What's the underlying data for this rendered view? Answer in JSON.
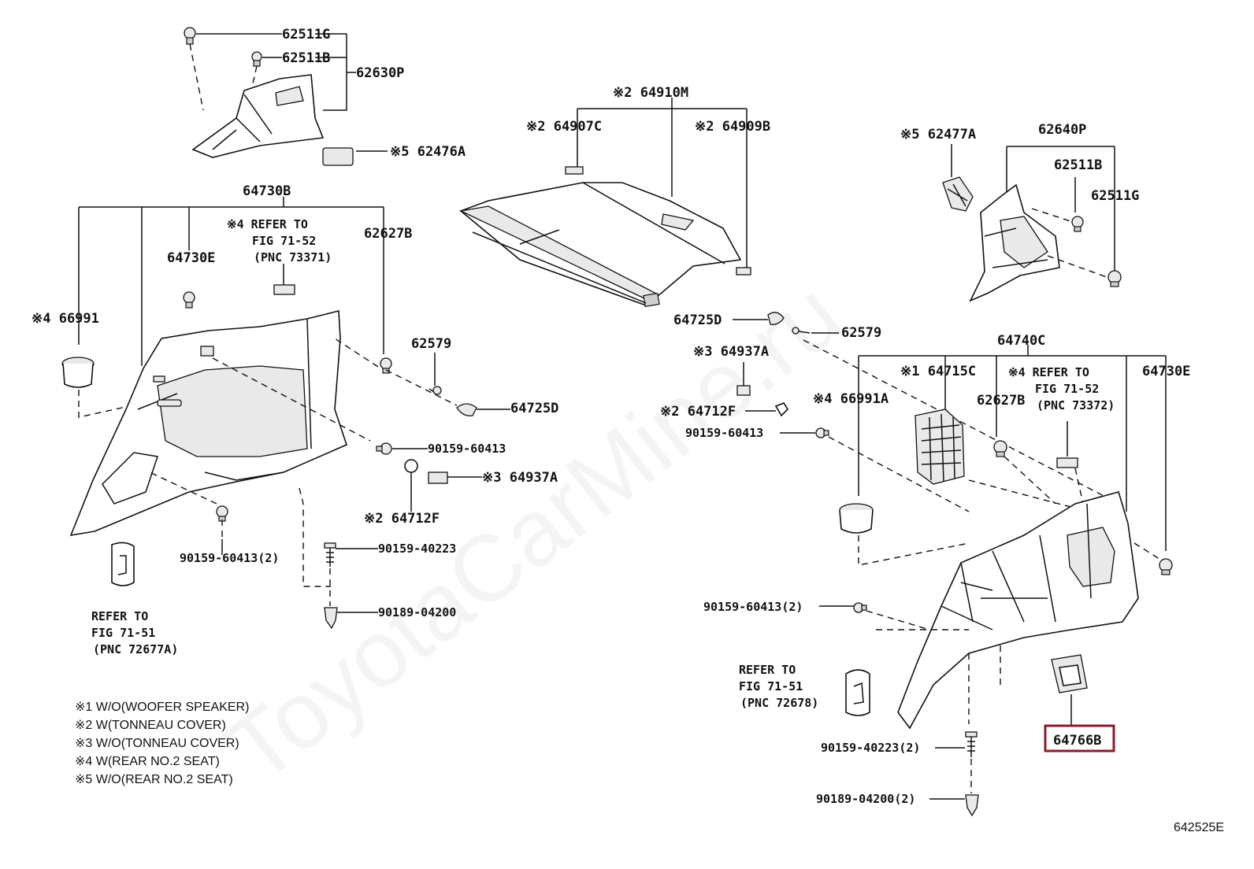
{
  "watermark": "ToyotaCarMine.ru",
  "diagram_code": "642525E",
  "highlight_color": "#8b1a2b",
  "labels": {
    "p62511G_top": "62511G",
    "p62511B_top": "62511B",
    "p62630P": "62630P",
    "p62476A": "※5 62476A",
    "p64730B": "64730B",
    "p64730E_left": "64730E",
    "ref_fig7152_left_1": "※4 REFER TO",
    "ref_fig7152_left_2": "FIG 71-52",
    "ref_fig7152_left_3": "(PNC 73371)",
    "p62627B_left": "62627B",
    "p66991": "※4 66991",
    "p62579_left": "62579",
    "p64725D_left": "64725D",
    "p90159_60413_mid": "90159-60413",
    "p64937A_left": "※3 64937A",
    "p64712F_left": "※2 64712F",
    "p90159_60413_2_left": "90159-60413(2)",
    "p90159_40223_left": "90159-40223",
    "p90189_04200_left": "90189-04200",
    "ref_fig7151_left_1": "REFER TO",
    "ref_fig7151_left_2": "FIG 71-51",
    "ref_fig7151_left_3": "(PNC 72677A)",
    "p64910M": "※2 64910M",
    "p64907C": "※2 64907C",
    "p64909B": "※2 64909B",
    "p62477A": "※5 62477A",
    "p62640P": "62640P",
    "p62511B_right": "62511B",
    "p62511G_right": "62511G",
    "p64725D_right": "64725D",
    "p62579_right": "62579",
    "p64937A_right": "※3 64937A",
    "p64712F_right": "※2 64712F",
    "p90159_60413_right": "90159-60413",
    "p64740C": "64740C",
    "p64715C": "※1 64715C",
    "ref_fig7152_right_1": "※4 REFER TO",
    "ref_fig7152_right_2": "FIG 71-52",
    "ref_fig7152_right_3": "(PNC 73372)",
    "p64730E_right": "64730E",
    "p66991A": "※4 66991A",
    "p62627B_right": "62627B",
    "p90159_60413_2_right": "90159-60413(2)",
    "ref_fig7151_right_1": "REFER TO",
    "ref_fig7151_right_2": "FIG 71-51",
    "ref_fig7151_right_3": "(PNC 72678)",
    "p64766B": "64766B",
    "p90159_40223_2": "90159-40223(2)",
    "p90189_04200_2": "90189-04200(2)"
  },
  "legend": [
    "※1  W/O(WOOFER SPEAKER)",
    "※2  W(TONNEAU COVER)",
    "※3  W/O(TONNEAU COVER)",
    "※4  W(REAR NO.2 SEAT)",
    "※5  W/O(REAR NO.2 SEAT)"
  ]
}
